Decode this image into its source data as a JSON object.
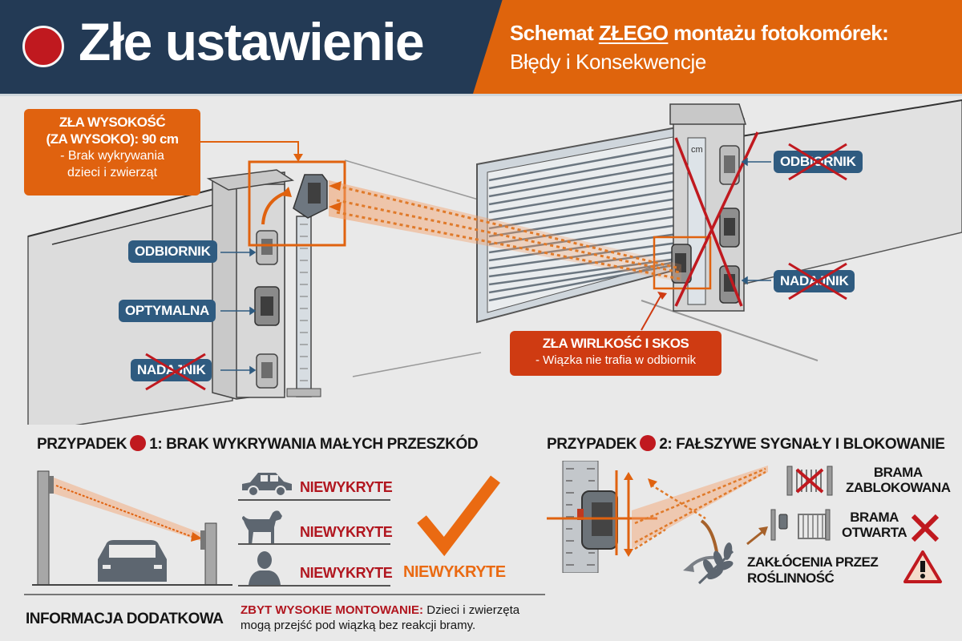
{
  "header": {
    "title": "Złe ustawienie",
    "subtitle_prefix": "Schemat ",
    "subtitle_emph": "ZŁEGO",
    "subtitle_suffix": " montażu fotokomórek:",
    "subtitle_line2": "Błędy i Konsekwencje",
    "status_dot_color": "#c0191f"
  },
  "scene_left": {
    "callout": {
      "title_line1": "ZŁA WYSOKOŚĆ",
      "title_line2": "(ZA WYSOKO): 90 cm",
      "desc_line1": "- Brak wykrywania",
      "desc_line2": "dzieci i zwierząt"
    },
    "tags": [
      {
        "label": "ODBIORNIK",
        "crossed": false
      },
      {
        "label": "OPTYMALNA",
        "crossed": false
      },
      {
        "label": "NADAJNIK",
        "crossed": true
      }
    ]
  },
  "scene_right": {
    "ruler_unit": "cm",
    "tags": [
      {
        "label": "ODBIORNIK",
        "crossed": true
      },
      {
        "label": "NADAJNIK",
        "crossed": true
      }
    ],
    "callout": {
      "title": "ZŁA WIRLKOŚĆ I SKOS",
      "desc": "- Wiązka nie trafia w odbiornik"
    }
  },
  "case1": {
    "prefix": "PRZYPADEK",
    "title": "1: BRAK WYKRYWANIA MAŁYCH PRZESZKÓD",
    "rows": [
      {
        "icon": "car-icon",
        "status": "NIEWYKRYTE"
      },
      {
        "icon": "dog-icon",
        "status": "NIEWYKRYTE"
      },
      {
        "icon": "person-icon",
        "status": "NIEWYKRYTE"
      }
    ],
    "summary": "NIEWYKRYTE"
  },
  "case2": {
    "prefix": "PRZYPADEK",
    "title": "2: FAŁSZYWE SYGNAŁY I BLOKOWANIE",
    "outcome1_line1": "BRAMA",
    "outcome1_line2": "ZABLOKOWANA",
    "outcome2_line1": "BRAMA",
    "outcome2_line2": "OTWARTA",
    "cause_line1": "ZAKŁÓCENIA PRZEZ",
    "cause_line2": "ROŚLINNOŚĆ"
  },
  "info": {
    "label": "INFORMACJA DODATKOWA",
    "emph": "ZBYT WYSOKIE MONTOWANIE:",
    "text_line1": " Dzieci i zwierzęta",
    "text_line2": "mogą przejść pod wiązką bez reakcji bramy."
  },
  "colors": {
    "navy": "#233a55",
    "orange": "#df640c",
    "red": "#c0191f",
    "blue_tag": "#2f5b80"
  }
}
